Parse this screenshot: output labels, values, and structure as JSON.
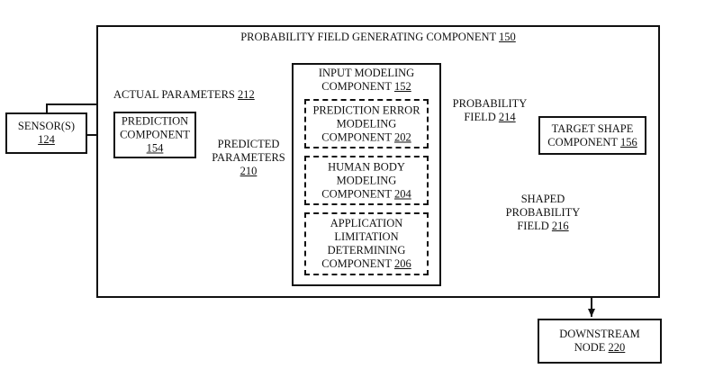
{
  "outer": {
    "title": "PROBABILITY FIELD GENERATING COMPONENT",
    "ref": "150"
  },
  "sensor": {
    "line1": "SENSOR(S)",
    "ref": "124"
  },
  "prediction": {
    "line1": "PREDICTION",
    "line2": "COMPONENT",
    "ref": "154"
  },
  "input_modeling": {
    "line1": "INPUT MODELING",
    "line2": "COMPONENT",
    "ref": "152"
  },
  "prediction_error": {
    "line1": "PREDICTION ERROR",
    "line2": "MODELING",
    "line3": "COMPONENT",
    "ref": "202"
  },
  "human_body": {
    "line1": "HUMAN BODY",
    "line2": "MODELING",
    "line3": "COMPONENT",
    "ref": "204"
  },
  "application_limitation": {
    "line1": "APPLICATION",
    "line2": "LIMITATION",
    "line3": "DETERMINING",
    "line4": "COMPONENT",
    "ref": "206"
  },
  "target_shape": {
    "line1": "TARGET SHAPE",
    "line2": "COMPONENT",
    "ref": "156"
  },
  "downstream": {
    "line1": "DOWNSTREAM",
    "line2": "NODE",
    "ref": "220"
  },
  "edges": {
    "actual_parameters": {
      "text": "ACTUAL PARAMETERS",
      "ref": "212"
    },
    "predicted_parameters": {
      "line1": "PREDICTED",
      "line2": "PARAMETERS",
      "ref": "210"
    },
    "probability_field": {
      "line1": "PROBABILITY",
      "line2": "FIELD",
      "ref": "214"
    },
    "shaped_probability_field": {
      "line1": "SHAPED",
      "line2": "PROBABILITY",
      "line3": "FIELD",
      "ref": "216"
    }
  }
}
